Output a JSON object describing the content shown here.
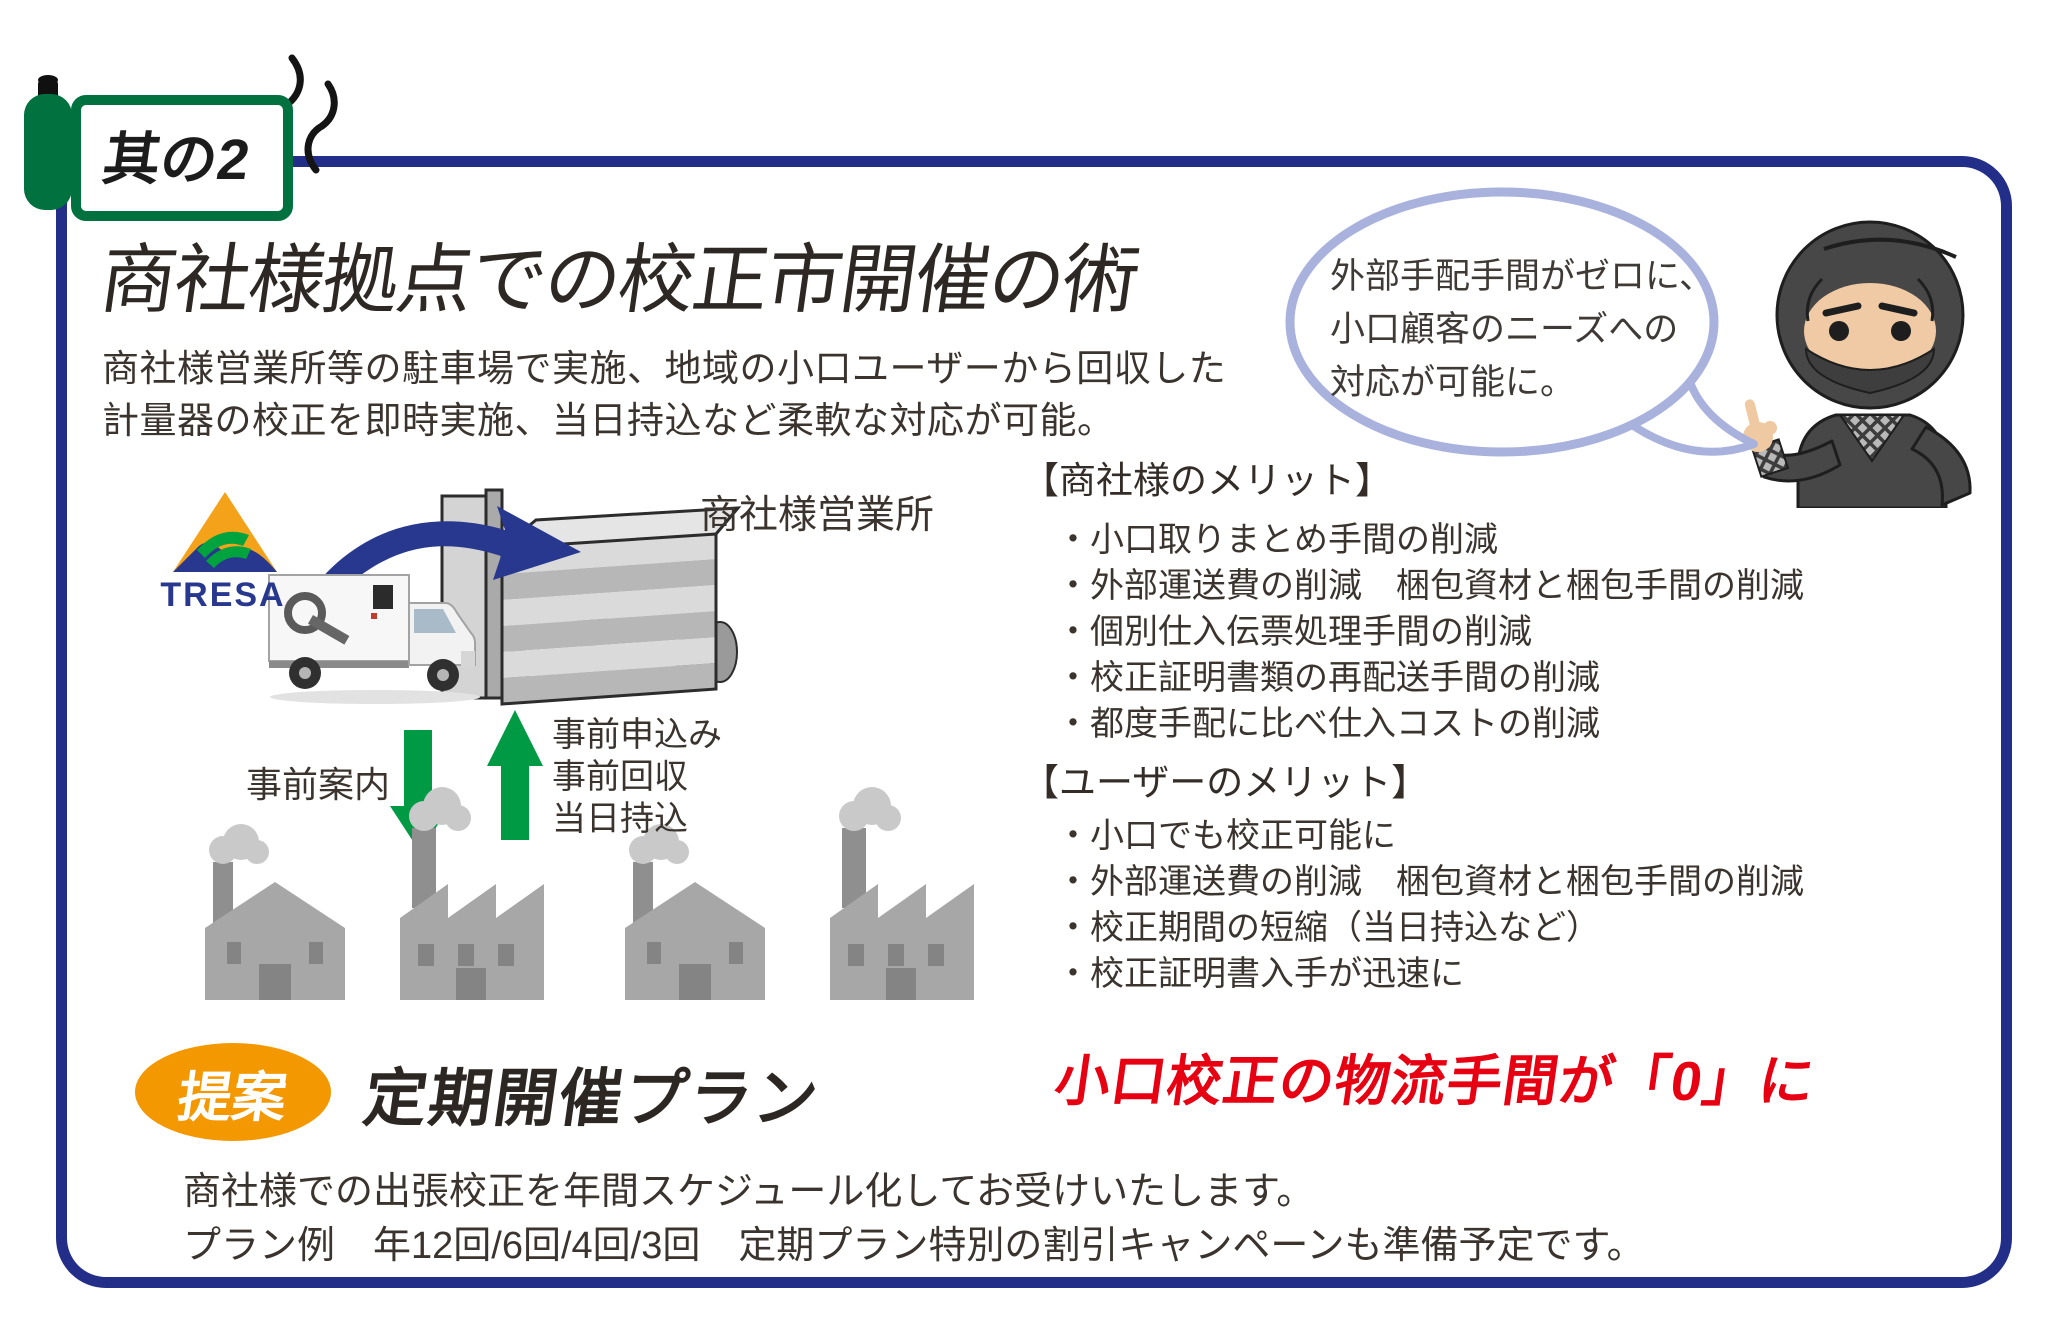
{
  "badge": {
    "label": "其の2"
  },
  "header": {
    "title": "商社様拠点での校正市開催の術",
    "subtitle_lines": [
      "商社様営業所等の駐車場で実施、地域の小口ユーザーから回収した",
      "計量器の校正を即時実施、当日持込など柔軟な対応が可能。"
    ]
  },
  "speech_bubble": {
    "lines": [
      "外部手配手間がゼロに、",
      "小口顧客のニーズへの",
      "対応が可能に。"
    ]
  },
  "diagram": {
    "logo_text": "TRESA",
    "building_label": "商社様営業所",
    "down_arrow_label": "事前案内",
    "up_arrow_labels": [
      "事前申込み",
      "事前回収",
      "当日持込"
    ]
  },
  "merits_trader": {
    "heading": "【商社様のメリット】",
    "items": [
      "・小口取りまとめ手間の削減",
      "・外部運送費の削減　梱包資材と梱包手間の削減",
      "・個別仕入伝票処理手間の削減",
      "・校正証明書類の再配送手間の削減",
      "・都度手配に比べ仕入コストの削減"
    ]
  },
  "merits_user": {
    "heading": "【ユーザーのメリット】",
    "items": [
      "・小口でも校正可能に",
      "・外部運送費の削減　梱包資材と梱包手間の削減",
      "・校正期間の短縮（当日持込など）",
      "・校正証明書入手が迅速に"
    ]
  },
  "highlight": {
    "text": "小口校正の物流手間が「0」に"
  },
  "proposal": {
    "badge_label": "提案",
    "title": "定期開催プラン",
    "lines": [
      "商社様での出張校正を年間スケジュール化してお受けいたします。",
      "プラン例　年12回/6回/4回/3回　定期プラン特別の割引キャンペーンも準備予定です。"
    ]
  },
  "colors": {
    "frame_navy": "#222e88",
    "scroll_green": "#00713f",
    "arrow_green": "#009a44",
    "bubble_stroke": "#a9b2dc",
    "highlight_red": "#e60012",
    "proposal_orange": "#f39800",
    "logo_blue": "#27388e",
    "logo_orange": "#f5a21b",
    "logo_green": "#00a33e"
  }
}
